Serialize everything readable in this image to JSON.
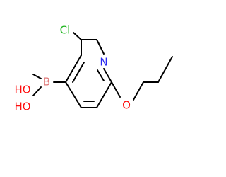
{
  "atoms": {
    "chlorine": {
      "symbol": "Cl",
      "color": "#1fb51f"
    },
    "nitrogen": {
      "symbol": "N",
      "color": "#2a2af2"
    },
    "oxygen_ether": {
      "symbol": "O",
      "color": "#ff0d0d"
    },
    "boron": {
      "symbol": "B",
      "color": "#e07b7b"
    },
    "hydroxyl_top": {
      "symbol": "HO",
      "color": "#ff0d0d"
    },
    "hydroxyl_bottom": {
      "symbol": "HO",
      "color": "#ff0d0d"
    }
  },
  "bond_color": "#000000"
}
